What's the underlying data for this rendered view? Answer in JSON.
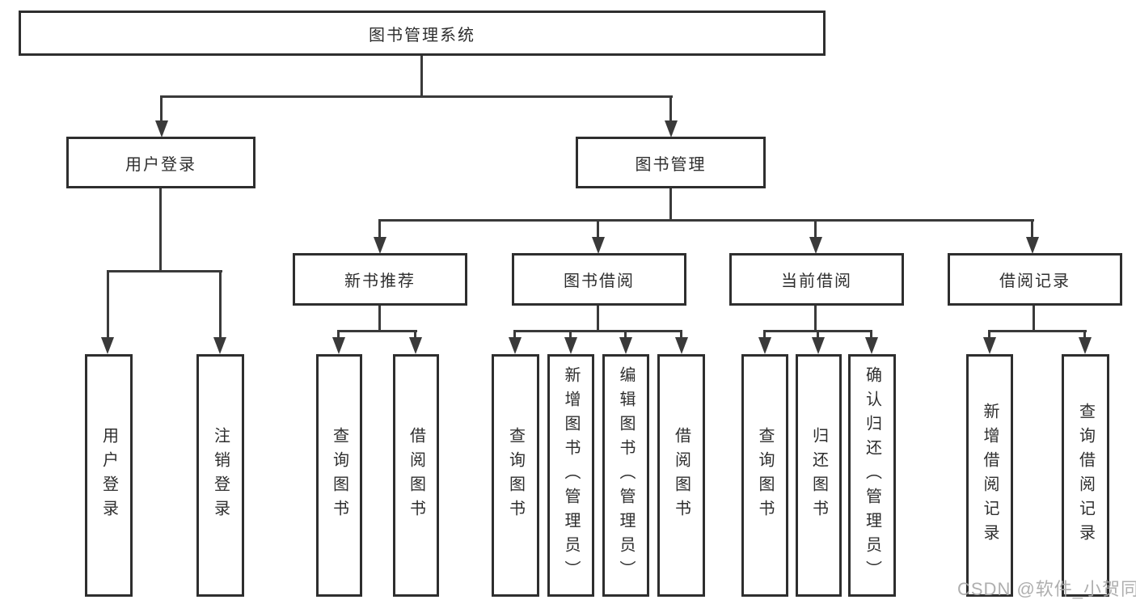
{
  "diagram": {
    "root": {
      "label": "图书管理系统"
    },
    "level2": {
      "user_login": "用户登录",
      "book_management": "图书管理"
    },
    "level3": {
      "new_book_recommend": "新书推荐",
      "book_borrow": "图书借阅",
      "current_borrow": "当前借阅",
      "borrow_records": "借阅记录"
    },
    "leaves": {
      "user_login": [
        "用户登录",
        "注销登录"
      ],
      "new_book_recommend": [
        "查询图书",
        "借阅图书"
      ],
      "book_borrow": [
        "查询图书",
        "新增图书（管理员）",
        "编辑图书（管理员）",
        "借阅图书"
      ],
      "current_borrow": [
        "查询图书",
        "归还图书",
        "确认归还（管理员）"
      ],
      "borrow_records": [
        "新增借阅记录",
        "查询借阅记录"
      ]
    },
    "colors": {
      "line": "#3a3a3a",
      "border": "#2e2e2e",
      "text": "#2e2e2e",
      "background": "#ffffff",
      "watermark": "#a8a8a8"
    }
  },
  "watermark": {
    "text": "CSDN @软件_小贺同学"
  }
}
